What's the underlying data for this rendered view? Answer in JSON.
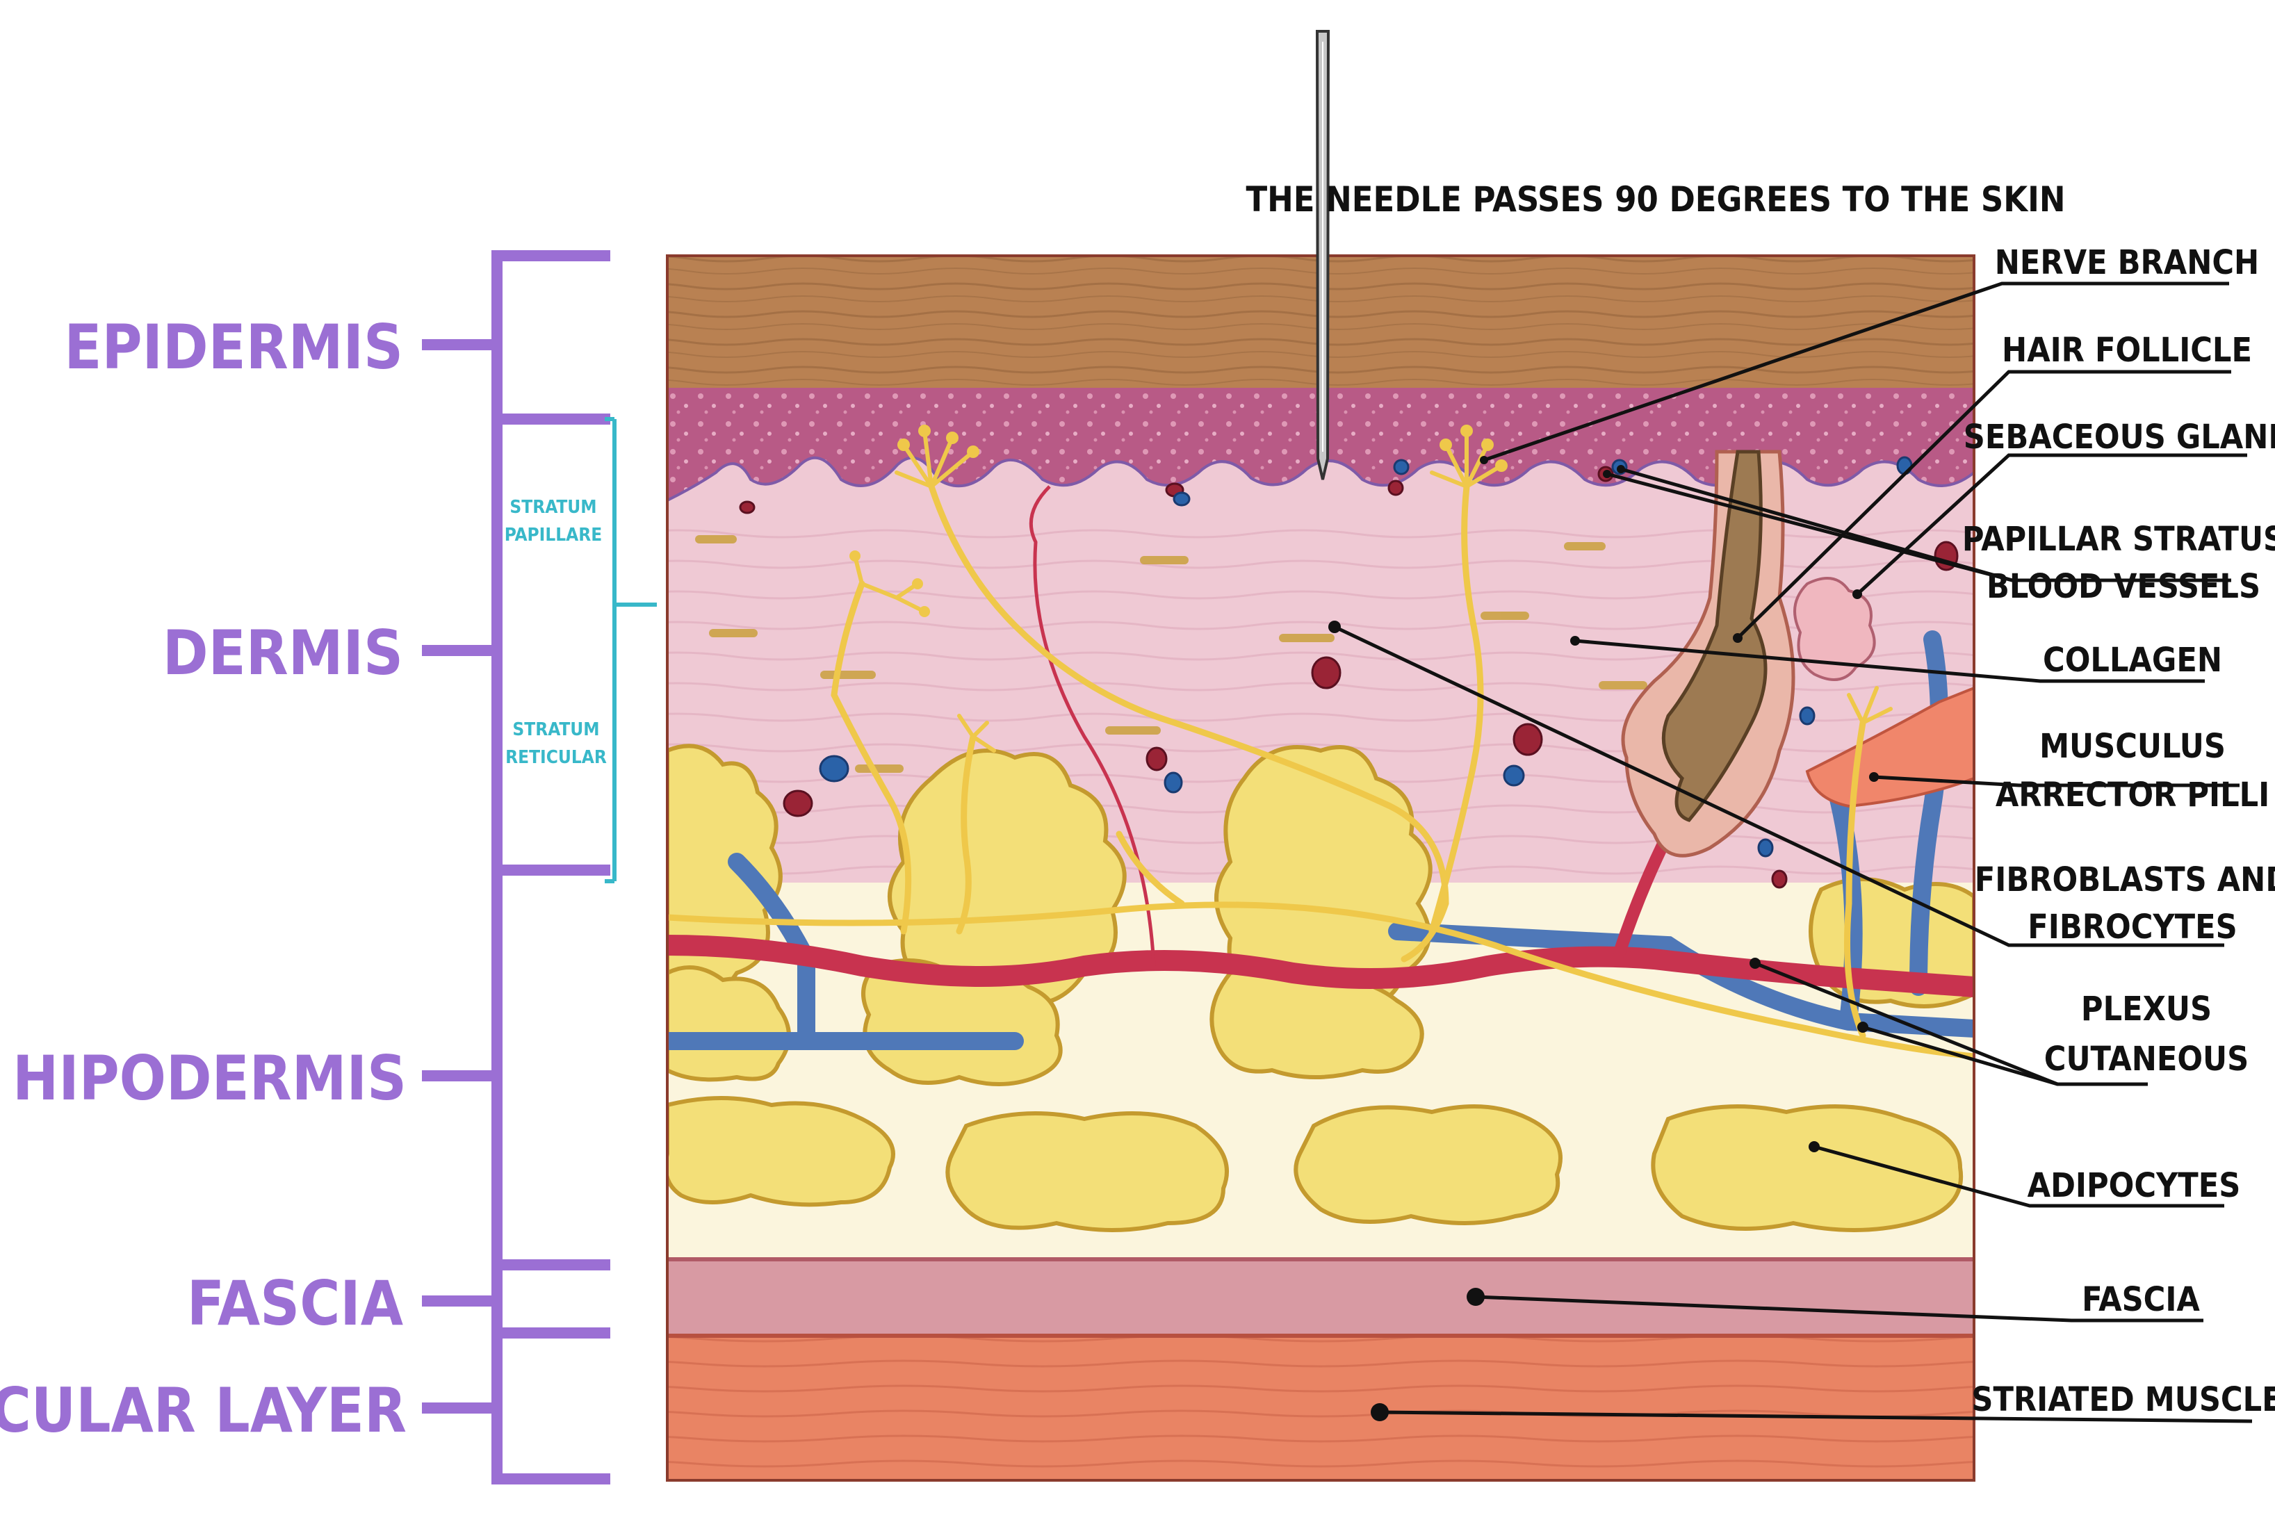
{
  "title": "THE NEEDLE PASSES 90 DEGREES TO THE SKIN",
  "colors": {
    "layer_bracket": "#9b6fd4",
    "stratum_bracket": "#38b8c9",
    "epidermis": "#b98152",
    "papillary": "#b85a86",
    "dermis": "#efc9d4",
    "fat": "#f3df78",
    "hypodermis_bg": "#fbf5dd",
    "fascia": "#d89aa3",
    "muscle": "#e98464",
    "nerve": "#efc84a",
    "artery": "#c8334f",
    "vein": "#4f78b8",
    "hair": "#9d7a52"
  },
  "layers": [
    {
      "label": "EPIDERMIS"
    },
    {
      "label": "DERMIS"
    },
    {
      "label": "HIPODERMIS"
    },
    {
      "label": "FASCIA"
    },
    {
      "label": "MUSCULAR LAYER"
    }
  ],
  "strata": [
    {
      "line1": "STRATUM",
      "line2": "PAPILLARE"
    },
    {
      "line1": "STRATUM",
      "line2": "RETICULAR"
    }
  ],
  "callouts": [
    {
      "lines": [
        "NERVE BRANCH"
      ]
    },
    {
      "lines": [
        "HAIR FOLLICLE"
      ]
    },
    {
      "lines": [
        "SEBACEOUS GLAND"
      ]
    },
    {
      "lines": [
        "PAPILLAR STRATUS",
        "BLOOD VESSELS"
      ]
    },
    {
      "lines": [
        "COLLAGEN"
      ]
    },
    {
      "lines": [
        "MUSCULUS",
        "ARRECTOR PILLI"
      ]
    },
    {
      "lines": [
        "FIBROBLASTS AND",
        "FIBROCYTES"
      ]
    },
    {
      "lines": [
        "PLEXUS",
        "CUTANEOUS"
      ]
    },
    {
      "lines": [
        "ADIPOCYTES"
      ]
    },
    {
      "lines": [
        "FASCIA"
      ]
    },
    {
      "lines": [
        "STRIATED MUSCLE"
      ]
    }
  ]
}
